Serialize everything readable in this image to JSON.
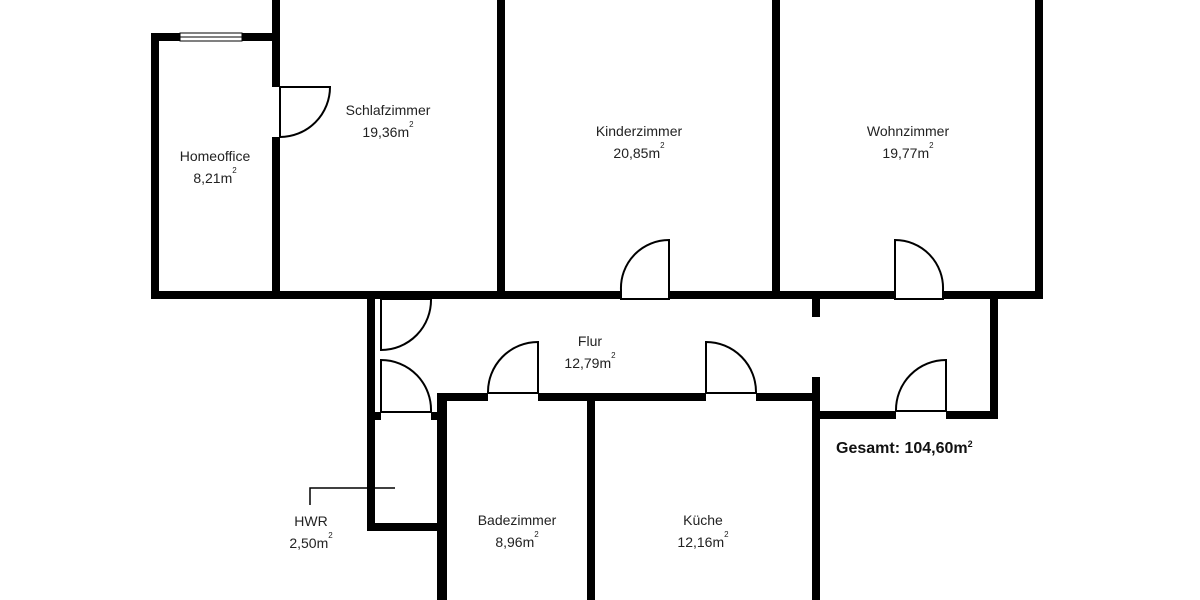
{
  "plan": {
    "rooms": [
      {
        "name": "Homeoffice",
        "area": "8,21",
        "unit": "m",
        "sup": "2"
      },
      {
        "name": "Schlafzimmer",
        "area": "19,36",
        "unit": "m",
        "sup": "2"
      },
      {
        "name": "Kinderzimmer",
        "area": "20,85",
        "unit": "m",
        "sup": "2"
      },
      {
        "name": "Wohnzimmer",
        "area": "19,77",
        "unit": "m",
        "sup": "2"
      },
      {
        "name": "Flur",
        "area": "12,79",
        "unit": "m",
        "sup": "2"
      },
      {
        "name": "HWR",
        "area": "2,50",
        "unit": "m",
        "sup": "2"
      },
      {
        "name": "Badezimmer",
        "area": "8,96",
        "unit": "m",
        "sup": "2"
      },
      {
        "name": "Küche",
        "area": "12,16",
        "unit": "m",
        "sup": "2"
      }
    ],
    "total": {
      "label": "Gesamt: 104,60m",
      "sup": "2"
    },
    "colors": {
      "wall": "#000000",
      "background": "#ffffff",
      "text": "#222222"
    }
  }
}
